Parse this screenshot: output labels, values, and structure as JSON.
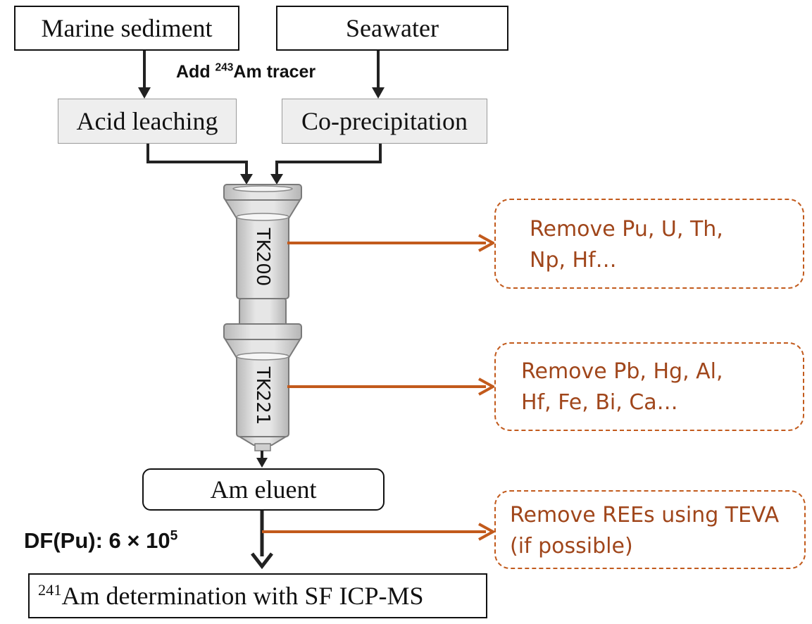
{
  "sources": {
    "sediment": "Marine sediment",
    "seawater": "Seawater"
  },
  "tracer": {
    "prefix": "Add ",
    "isotope": "243",
    "suffix": "Am tracer"
  },
  "steps": {
    "sediment_step": "Acid leaching",
    "seawater_step": "Co-precipitation"
  },
  "columns": {
    "upper": "TK200",
    "lower": "TK221"
  },
  "removals": {
    "upper": [
      "Remove Pu, U, Th,",
      "Np, Hf…"
    ],
    "lower": [
      "Remove Pb, Hg, Al,",
      "Hf, Fe, Bi, Ca…"
    ],
    "teva": [
      "Remove REEs using TEVA",
      "(if possible)"
    ]
  },
  "eluent": "Am eluent",
  "decontamination": {
    "prefix": "DF(Pu): 6 × 10",
    "exponent": "5"
  },
  "final": {
    "isotope": "241",
    "text": "Am determination with SF ICP-MS"
  },
  "colors": {
    "arrow_black": "#222222",
    "arrow_orange": "#c25a1c",
    "removal_text": "#a0461b",
    "column_fill": "#d9d9d9",
    "step_fill": "#eeeeee"
  }
}
